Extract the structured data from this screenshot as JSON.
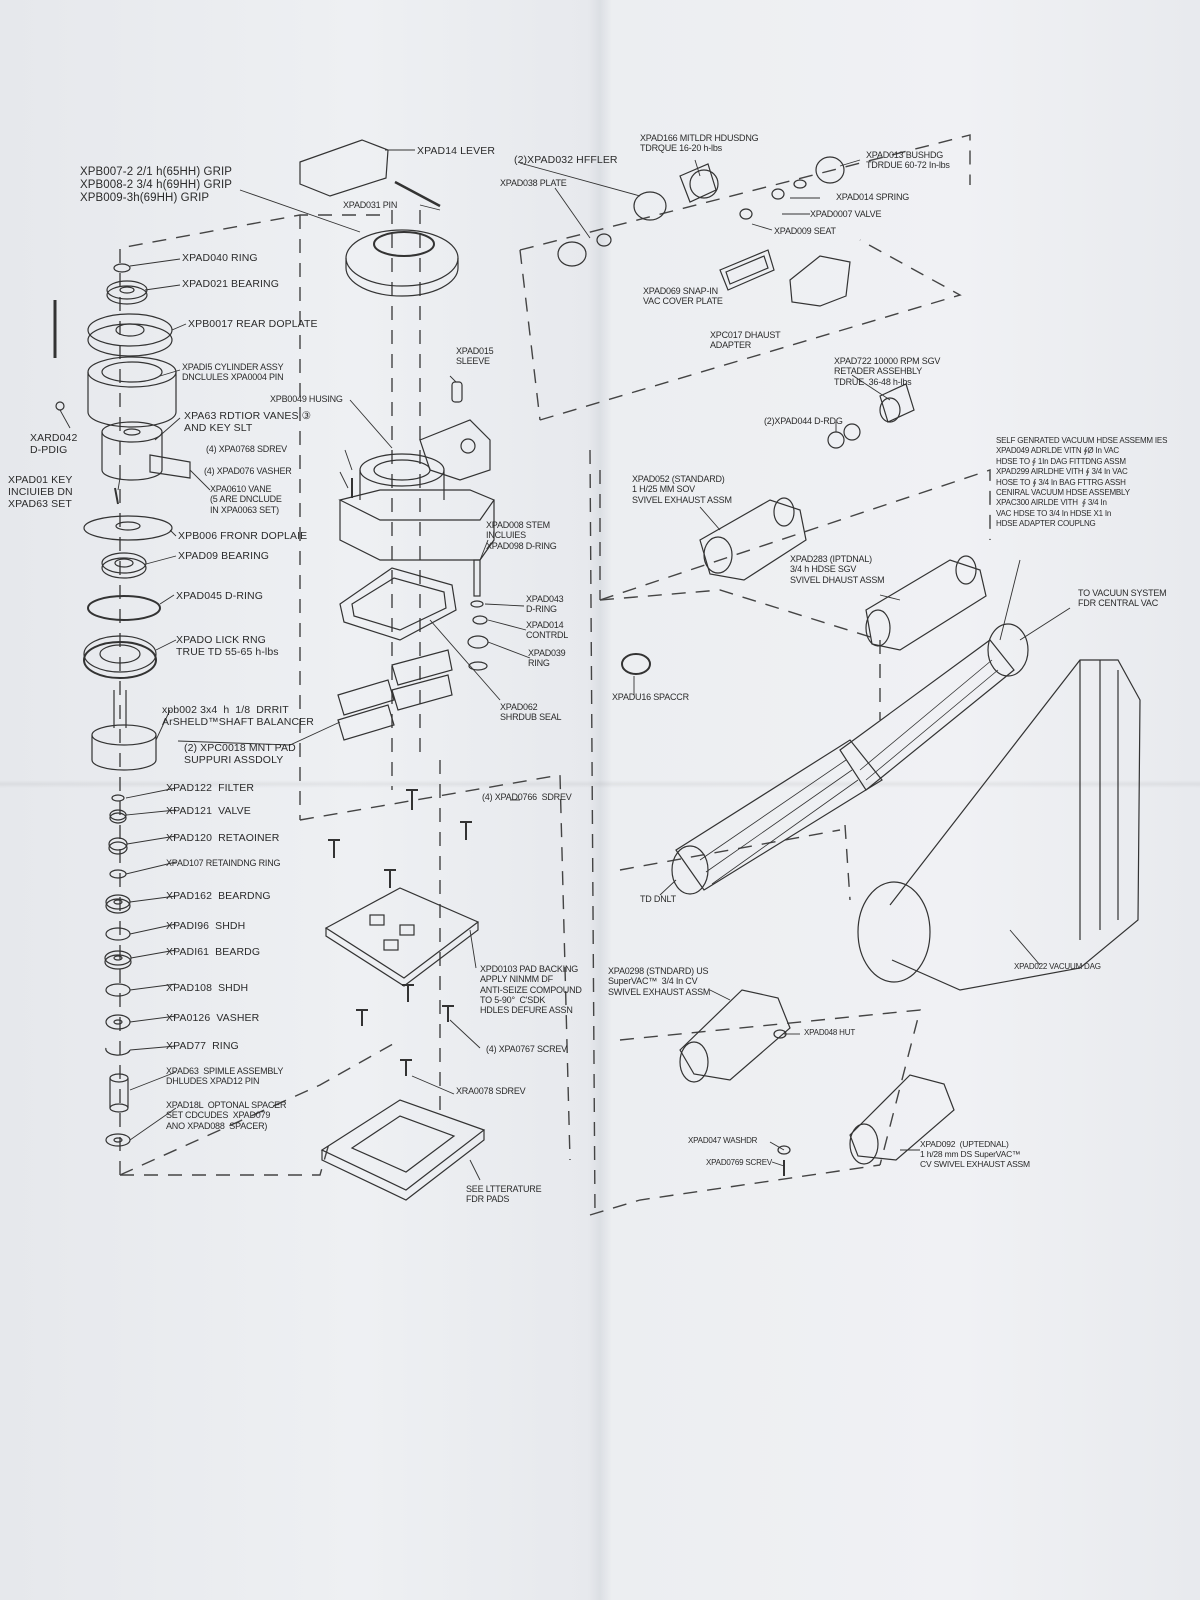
{
  "labels": {
    "xpad14_lever": "XPAD14 LEVER",
    "xpb007_grips": "XPB007-2 2/1 h(65HH) GRIP\nXPB008-2 3/4 h(69HH) GRIP\nXPB009-3h(69HH) GRIP",
    "xpad031_pin": "XPAD031 PIN",
    "xpad032_muffler": "(2)XPAD032 HFFLER",
    "xpad038_plate": "XPAD038 PLATE",
    "xpad166_muffler_housing": "XPAD166 MITLDR HDUSDNG\nTDRQUE 16-20 h-lbs",
    "xpad013_bushing": "XPAD013 BUSHDG\nTDRDUE 60-72 In-lbs",
    "xpad014_spring": "XPAD014 SPRING",
    "xpad0007_valve": "XPAD0007 VALVE",
    "xpad009_seat": "XPAD009 SEAT",
    "xpad069_snapin": "XPAD069 SNAP-IN\nVAC COVER PLATE",
    "xpc017_exhaust_adapter": "XPC017 DHAUST\nADAPTER",
    "xpad040_ring": "XPAD040 RING",
    "xpad021_bearing": "XPAD021 BEARING",
    "xpb0017_rear_plate": "XPB0017 REAR DOPLATE",
    "xpad15_cylinder": "XPADI5 CYLINDER ASSY\nDNCLULES XPA0004 PIN",
    "xpad015_sleeve": "XPAD015\nSLEEVE",
    "xpb0049_housing": "XPB0049 HUSING",
    "xard042": "XARD042\nD-PDIG",
    "xpa63_rotor": "XPA63 RDTIOR VANES ③\nAND KEY SLT",
    "xpad0768_screw": "(4) XPA0768 SDREV",
    "xpad076_washer": "(4) XPAD076 VASHER",
    "xpad01_key": "XPAD01 KEY\nINCIUIEB DN\nXPAD63 SET",
    "xpad0610_vane": "XPA0610 VANE\n(5 ARE DNCLUDE\nIN XPA0063 SET)",
    "xpb006_front_plate": "XPB006 FRONR DOPLAIE",
    "xpad09_bearing": "XPAD09 BEARING",
    "xpad045_oring": "XPAD045 D-RING",
    "xpad_lock_ring": "XPADO LICK RNG\nTRUE TD 55-65 h-lbs",
    "xpb002_balancer": "xpb002 3x4  h  1/8  DRRIT\nArSHELD™SHAFT BALANCER",
    "xpc0018_mnt_pad": "(2) XPC0018 MNT PAD\nSUPPURI ASSDOLY",
    "xpad008_stem": "XPAD008 STEM\nINCLUIES\nXPAD098 D-RING",
    "xpad043_oring": "XPAD043\nD-RING",
    "xpad014_control": "XPAD014\nCONTRDL",
    "xpad039_ring": "XPAD039\nRING",
    "xpad062_shroud": "XPAD062\nSHRDUB SEAL",
    "xpad722_retarder": "XPAD722 10000 RPM SGV\nRETADER ASSEHBLY\nTDRUE  36-48 h-lbs",
    "xpad044_oring": "(2)XPAD044 D-RDG",
    "xpad052_swivel": "XPAD052 (STANDARD)\n1 H/25 MM SOV\nSVIVEL EXHAUST ASSM",
    "self_generated_vacuum": "SELF GENRATED VACUUM HDSE ASSEMM IES\nXPAD049 ADRLDE VITN ∮Ø In VAC\nHDSE TO ∮ 1In DAG FITTDNG ASSM\nXPAD299 AIRLDHE VITH ∮ 3/4 In VAC\nHOSE TO ∮ 3/4 In BAG FTTRG ASSH\nCENIRAL VACUUM HDSE ASSEMBLY\nXPAC300 AIRLDE VITH  ∮ 3/4 In\nVAC HDSE TO 3/4 In HDSE X1 In\nHDSE ADAPTER COUPLNG",
    "xpad283_swivel": "XPAD283 (IPTDNAL)\n3/4 h HDSE SGV\nSVIVEL DHAUST ASSM",
    "to_vacuum_system": "TO VACUUN SYSTEM\nFDR CENTRAL VAC",
    "xpad16_spacer": "XPADU16 SPACCR",
    "xpad122_filter": "XPAD122  FILTER",
    "xpad121_valve": "XPAD121  VALVE",
    "xpad120_retainer": "XPAD120  RETAOINER",
    "xpad107_retaining_ring": "XPAD107 RETAINDNG RING",
    "xpad0766_screw": "(4) XPAD0766  SDREV",
    "xpad162_bearing": "XPAD162  BEARDNG",
    "xpad196_shim": "XPADI96  SHDH",
    "xpad161_bearing": "XPADI61  BEARDG",
    "xpad108_shim": "XPAD108  SHDH",
    "xpad0126_washer": "XPA0126  VASHER",
    "xpad77_ring": "XPAD77  RING",
    "xpad63_spindle": "XPAD63  SPIMLE ASSEMBLY\nDHLUDES XPAD12 PIN",
    "xpad18l_spacer": "XPAD18L  OPTONAL SPACER\nSET CDCUDES  XPAD079\nANO XPAD088  SPACER)",
    "xpd0103_pad_backing": "XPD0103 PAD BACKING\nAPPLY NINMM DF\nANTI-SEIZE COMPOUND\nTO 5-90°  C'SDK\nHDLES DEFURE ASSN",
    "xpad0767_screw": "(4) XPA0767 SCREV",
    "xpa0078_screw": "XRA0078 SDREV",
    "see_literature": "SEE LTTERATURE\nFDR PADS",
    "to_dnlt": "TD DNLT",
    "xpad022_bag": "XPAD022 VACUUM DAG",
    "xpad0298_swivel": "XPA0298 (STNDARD) US\nSuperVAC™  3/4 In CV\nSWIVEL EXHAUST ASSM",
    "xpad048_nut": "XPAD048 HUT",
    "xpad047_washer": "XPAD047 WASHDR",
    "xpad0769_screw": "XPAD0769 SCREV",
    "xpad092_swivel": "XPAD092  (UPTEDNAL)\n1 h/28 mm DS SuperVAC™\nCV SWIVEL EXHAUST ASSM"
  },
  "colors": {
    "ink": "#2b2b2b",
    "paper": "#eceef1"
  }
}
